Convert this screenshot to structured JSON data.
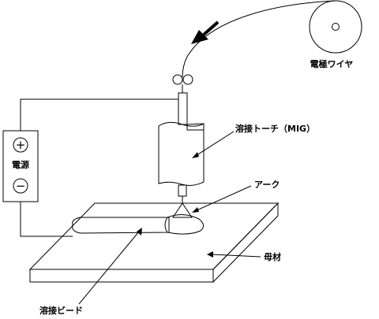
{
  "labels": {
    "wire_reel": "電極ワイヤ",
    "torch": "溶接トーチ（MIG）",
    "arc": "アーク",
    "base_metal": "母材",
    "bead": "溶接ビード",
    "power_source": "電源"
  },
  "symbols": {
    "plus": "+",
    "minus": "−"
  },
  "icons": {
    "feed_arrow": "feed-direction-arrow-icon",
    "reel": "wire-reel-icon",
    "rollers": "feed-roller-icon"
  }
}
